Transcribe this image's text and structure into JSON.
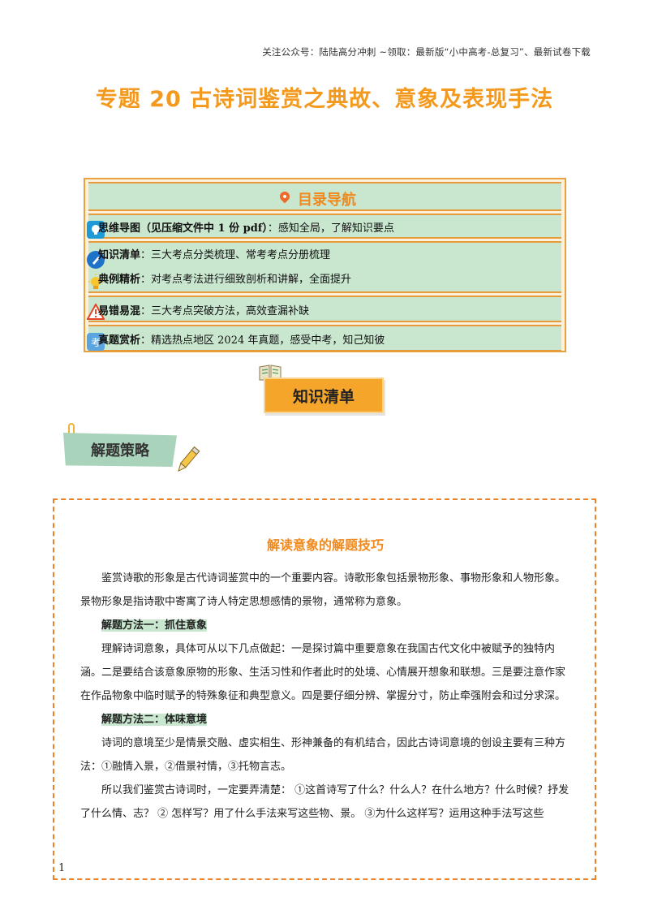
{
  "header": {
    "note": "关注公众号：陆陆高分冲刺 ~领取：最新版“小中高考-总复习”、最新试卷下载"
  },
  "title": "专题 20 古诗词鉴赏之典故、意象及表现手法",
  "toc": {
    "heading": "目录导航",
    "items": [
      {
        "label": "思维导图（见压缩文件中 1 份 pdf）",
        "desc": "：感知全局，了解知识要点",
        "icon": "head-icon"
      },
      {
        "label": "知识清单",
        "desc": "：三大考点分类梳理、常考考点分册梳理",
        "icon": "pen-icon"
      },
      {
        "label": "典例精析",
        "desc": "：对考点考法进行细致剖析和讲解，全面提升",
        "icon": "bulb-icon"
      },
      {
        "label": "易错易混",
        "desc": "：三大考点突破方法，高效查漏补缺",
        "icon": "warning-icon"
      },
      {
        "label": "真题赏析",
        "desc": "：精选热点地区 2024 年真题，感受中考，知己知彼",
        "icon": "exam-icon"
      }
    ],
    "exam_glyph": "考"
  },
  "knowledge_badge": "知识清单",
  "strategy_tag": "解题策略",
  "content": {
    "section_title": "解读意象的解题技巧",
    "p1": "鉴赏诗歌的形象是古代诗词鉴赏中的一个重要内容。诗歌形象包括景物形象、事物形象和人物形象。景物形象是指诗歌中寄寓了诗人特定思想感情的景物，通常称为意象。",
    "method1": "解题方法一：抓住意象",
    "p2": "理解诗词意象，具体可从以下几点做起：一是探讨篇中重要意象在我国古代文化中被赋予的独特内涵。二是要结合该意象原物的形象、生活习性和作者此时的处境、心情展开想象和联想。三是要注意作家在作品物象中临时赋予的特殊象征和典型意义。四是要仔细分辨、掌握分寸，防止牵强附会和过分求深。",
    "method2": "解题方法二：体味意境",
    "p3": "诗词的意境至少是情景交融、虚实相生、形神兼备的有机结合，因此古诗词意境的创设主要有三种方法：①融情入景，②借景衬情，③托物言志。",
    "p4": "所以我们鉴赏古诗词时，一定要弄清楚： ①这首诗写了什么？什么人？在什么地方？什么时候？抒发了什么情、志？ ② 怎样写？用了什么手法来写这些物、景。 ③为什么这样写？运用这种手法写这些"
  },
  "page_number": "1",
  "colors": {
    "accent_orange": "#f39a1e",
    "toc_green": "#c9e6cf",
    "badge_orange": "#f5a52a",
    "dashed_border": "#e9822a"
  }
}
